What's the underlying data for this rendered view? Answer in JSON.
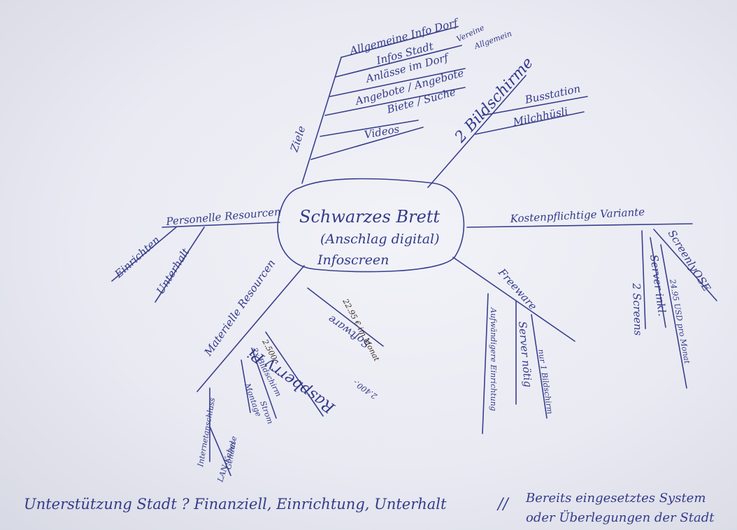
{
  "center": {
    "line1": "Schwarzes Brett",
    "line2": "(Anschlag digital)",
    "line3": "Infoscreen"
  },
  "ziele": {
    "label": "Ziele",
    "items": [
      "Allgemeine Info Dorf",
      "Infos Stadt",
      "Anlässe im Dorf",
      "Angebote / Angebote",
      "Biete / Suche",
      "Videos"
    ],
    "notes": [
      "Vereine",
      "Allgemein"
    ]
  },
  "bildschirme": {
    "label": "2 Bildschirme",
    "items": [
      "Busstation",
      "Milchhüsli"
    ]
  },
  "kosten": {
    "label": "Kostenpflichtige Variante",
    "items": [
      "ScreenlyOSE",
      "24.95 USD pro Monat",
      "Server inkl.",
      "2 Screens"
    ]
  },
  "freeware": {
    "label": "Freeware",
    "items": [
      "nur 1 Bildschirm",
      "Server nötig",
      "Aufwändigere Einrichtung"
    ]
  },
  "personelle": {
    "label": "Personelle Resourcen",
    "items": [
      "Einrichten",
      "Unterhalt"
    ]
  },
  "materielle": {
    "label": "Materielle Resourcen",
    "items": [
      "Software",
      "2x Bildschirm",
      "Raspberry Pi",
      "Montage",
      "Strom",
      "Internetanschluss",
      "LAN-Kabel",
      "Gehäuse"
    ],
    "notes": [
      "22.95 € im Monat",
      "2.400.-",
      "2.500.-"
    ]
  },
  "footer": {
    "left": "Unterstützung Stadt ? Finanziell, Einrichtung, Unterhalt",
    "sep": "//",
    "right1": "Bereits eingesetztes System",
    "right2": "oder Überlegungen der Stadt"
  }
}
